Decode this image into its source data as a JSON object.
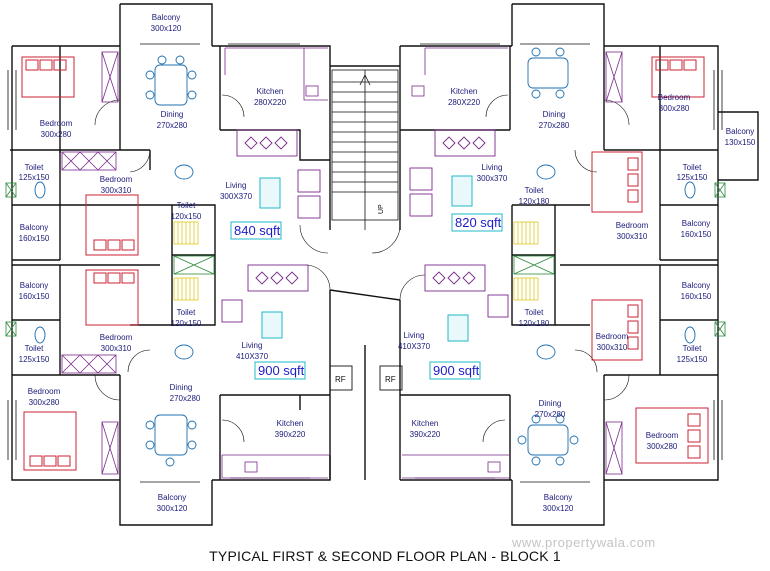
{
  "title": "TYPICAL FIRST & SECOND  FLOOR PLAN - BLOCK 1",
  "watermark": "www.propertywala.com",
  "rooms": {
    "balcony_top": {
      "name": "Balcony",
      "dim": "300x120"
    },
    "balcony_bottom_left": {
      "name": "Balcony",
      "dim": "300x120"
    },
    "balcony_bottom_right": {
      "name": "Balcony",
      "dim": "300x120"
    },
    "balcony_right_top": {
      "name": "Balcony",
      "dim": "130x150"
    },
    "balcony_left_1": {
      "name": "Balcony",
      "dim": "160x150"
    },
    "balcony_left_2": {
      "name": "Balcony",
      "dim": "160x150"
    },
    "balcony_right_1": {
      "name": "Balcony",
      "dim": "160x150"
    },
    "balcony_right_2": {
      "name": "Balcony",
      "dim": "160x150"
    },
    "bedroom_tl": {
      "name": "Bedroom",
      "dim": "300x280"
    },
    "bedroom_tl2": {
      "name": "Bedroom",
      "dim": "300x310"
    },
    "bedroom_bl2": {
      "name": "Bedroom",
      "dim": "300x310"
    },
    "bedroom_bl": {
      "name": "Bedroom",
      "dim": "300x280"
    },
    "bedroom_tr": {
      "name": "Bedroom",
      "dim": "300x280"
    },
    "bedroom_tr2": {
      "name": "Bedroom",
      "dim": "300x310"
    },
    "bedroom_br2": {
      "name": "Bedroom",
      "dim": "300x310"
    },
    "bedroom_br": {
      "name": "Bedroom",
      "dim": "300x280"
    },
    "dining_tl": {
      "name": "Dining",
      "dim": "270x280"
    },
    "dining_tr": {
      "name": "Dining",
      "dim": "270x280"
    },
    "dining_bl": {
      "name": "Dining",
      "dim": "270x280"
    },
    "dining_br": {
      "name": "Dining",
      "dim": "270x280"
    },
    "kitchen_tl": {
      "name": "Kitchen",
      "dim": "280X220"
    },
    "kitchen_tr": {
      "name": "Kitchen",
      "dim": "280X220"
    },
    "kitchen_bl": {
      "name": "Kitchen",
      "dim": "390x220"
    },
    "kitchen_br": {
      "name": "Kitchen",
      "dim": "390x220"
    },
    "living_tl": {
      "name": "Living",
      "dim": "300X370"
    },
    "living_tr": {
      "name": "Living",
      "dim": "300x370"
    },
    "living_bl": {
      "name": "Living",
      "dim": "410X370"
    },
    "living_br": {
      "name": "Living",
      "dim": "410X370"
    },
    "toilet_l1": {
      "name": "Toilet",
      "dim": "125x150"
    },
    "toilet_l2": {
      "name": "Toilet",
      "dim": "125x150"
    },
    "toilet_r1": {
      "name": "Toilet",
      "dim": "125x150"
    },
    "toilet_r2": {
      "name": "Toilet",
      "dim": "125x150"
    },
    "toilet_c1": {
      "name": "Toilet",
      "dim": "120x150"
    },
    "toilet_c2": {
      "name": "Toilet",
      "dim": "120x150"
    },
    "toilet_c3": {
      "name": "Toilet",
      "dim": "120x180"
    },
    "toilet_c4": {
      "name": "Toilet",
      "dim": "120x180"
    }
  },
  "areas": {
    "tl": "840 sqft",
    "tr": "820 sqft",
    "bl": "900 sqft",
    "br": "900 sqft"
  },
  "fridge": {
    "left": "RF",
    "right": "RF"
  },
  "stair_mark": "UP",
  "colors": {
    "wall": "#111111",
    "text": "#1a1a7a",
    "area_text": "#1c1cc8",
    "area_box": "#22b8c8",
    "bed": "#cc2233",
    "furniture": "#7a2a8a",
    "fixture": "#1d6fb0",
    "shower": "#d8c000",
    "shaft": "#2a8a3a"
  }
}
